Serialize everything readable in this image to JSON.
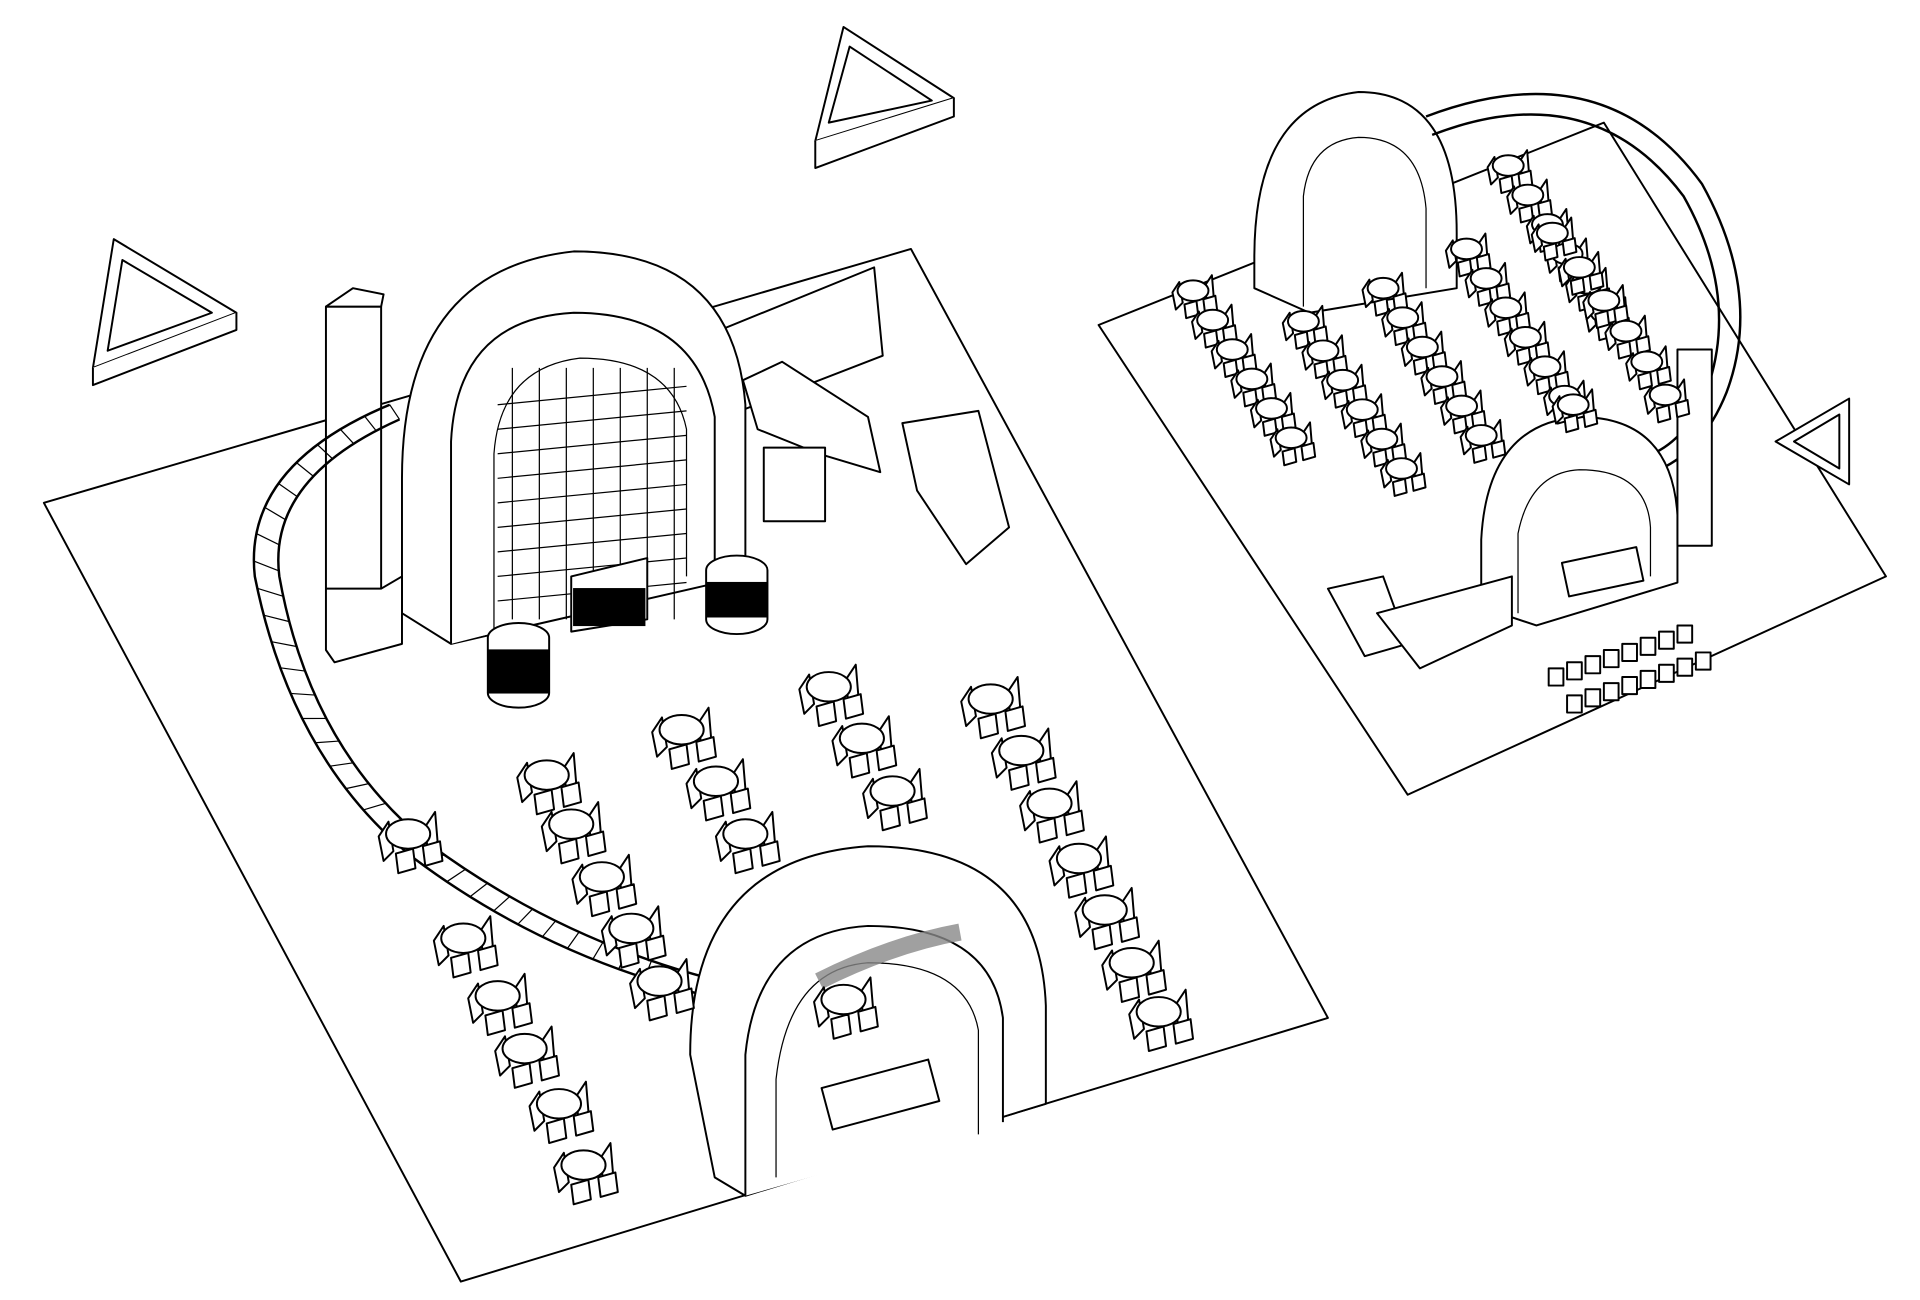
{
  "colors": {
    "line": "#000000",
    "background": "#ffffff",
    "sign": "#888888"
  },
  "icons": [
    "triangle-truss",
    "arch-stage",
    "round-table-with-chairs",
    "curved-truss-track"
  ]
}
